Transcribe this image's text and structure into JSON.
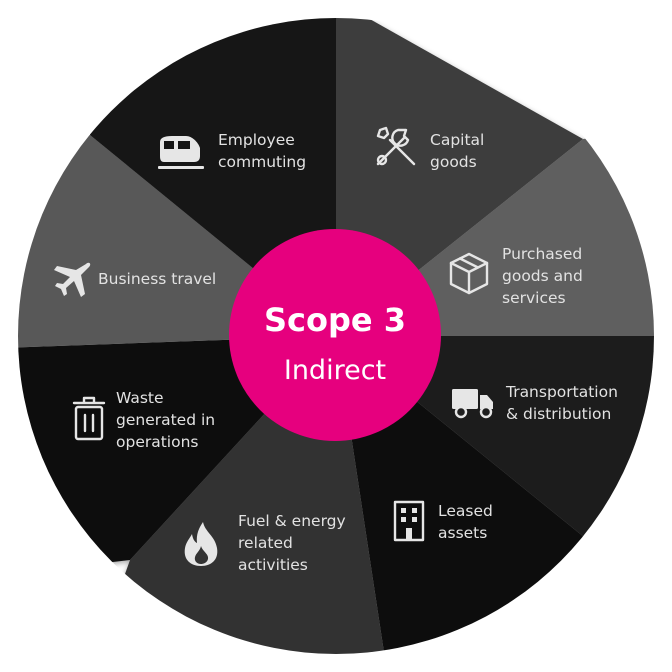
{
  "center": {
    "title": "Scope 3",
    "subtitle": "Indirect",
    "color": "#e6007e"
  },
  "segments": [
    {
      "label_lines": [
        "Capital",
        "goods"
      ],
      "icon": "wrench-screwdriver-icon",
      "color": "#3c3c3c"
    },
    {
      "label_lines": [
        "Purchased",
        "goods and",
        "services"
      ],
      "icon": "box-icon",
      "color": "#5e5e5e"
    },
    {
      "label_lines": [
        "Transportation",
        "& distribution"
      ],
      "icon": "truck-icon",
      "color": "#1f1f1f"
    },
    {
      "label_lines": [
        "Leased",
        "assets"
      ],
      "icon": "building-icon",
      "color": "#0d0d0d"
    },
    {
      "label_lines": [
        "Fuel & energy",
        "related",
        "activities"
      ],
      "icon": "fire-icon",
      "color": "#333333"
    },
    {
      "label_lines": [
        "Waste",
        "generated in",
        "operations"
      ],
      "icon": "trash-bin-icon",
      "color": "#111111"
    },
    {
      "label_lines": [
        "Business travel"
      ],
      "icon": "airplane-icon",
      "color": "#595959"
    },
    {
      "label_lines": [
        "Employee",
        "commuting"
      ],
      "icon": "train-icon",
      "color": "#141414"
    }
  ]
}
